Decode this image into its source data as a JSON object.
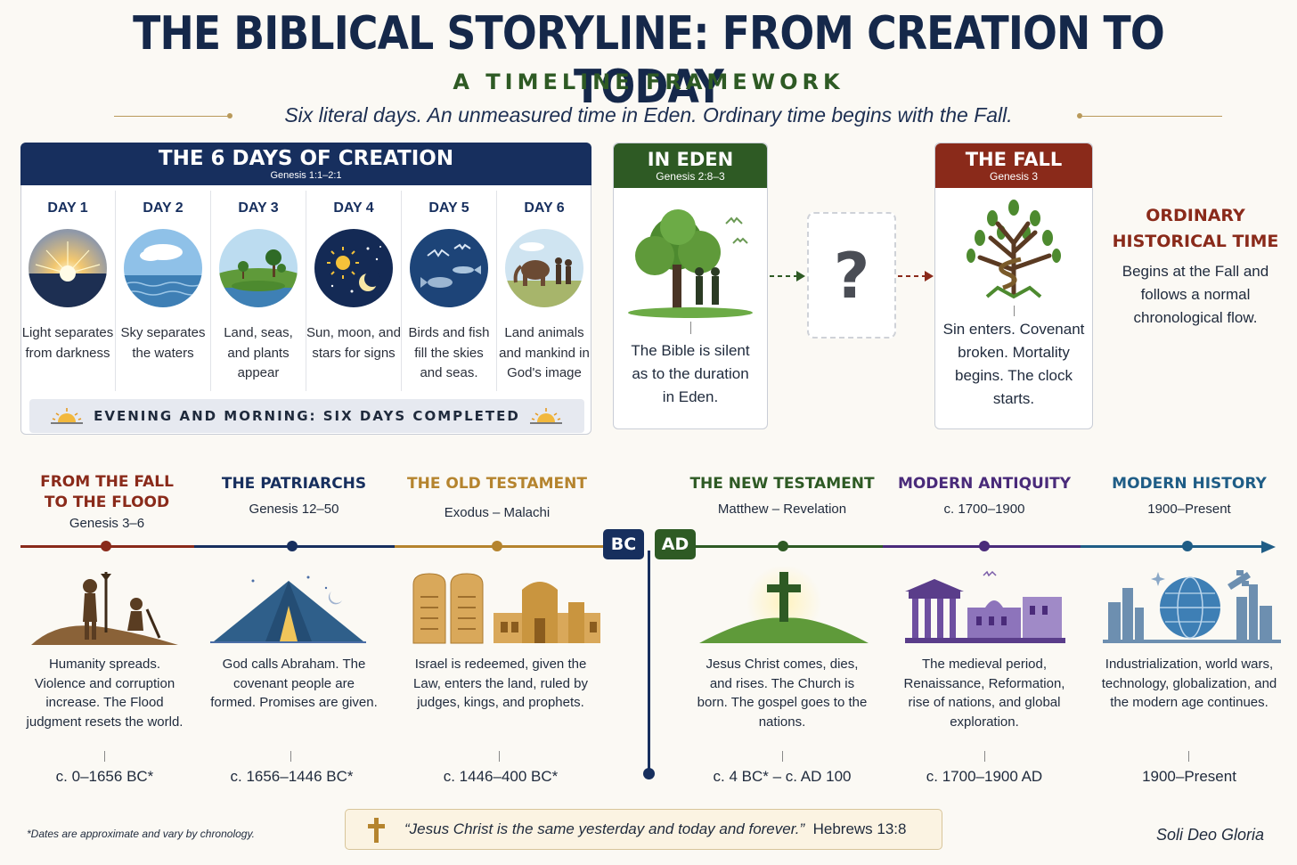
{
  "header": {
    "title": "THE BIBLICAL STORYLINE: FROM CREATION TO TODAY",
    "subtitle": "A TIMELINE FRAMEWORK",
    "tagline": "Six literal days. An unmeasured time in Eden. Ordinary time begins with the Fall."
  },
  "creation": {
    "title": "THE 6 DAYS OF CREATION",
    "reference": "Genesis 1:1–2:1",
    "days": [
      {
        "label": "DAY 1",
        "text": "Light separates from darkness",
        "icon": "sunrise-icon"
      },
      {
        "label": "DAY 2",
        "text": "Sky separates the waters",
        "icon": "sky-water-icon"
      },
      {
        "label": "DAY 3",
        "text": "Land, seas, and plants appear",
        "icon": "land-plants-icon"
      },
      {
        "label": "DAY 4",
        "text": "Sun, moon, and stars for signs",
        "icon": "sun-moon-stars-icon"
      },
      {
        "label": "DAY 5",
        "text": "Birds and fish fill the skies and seas.",
        "icon": "birds-fish-icon"
      },
      {
        "label": "DAY 6",
        "text": "Land animals and mankind in God's image",
        "icon": "animals-mankind-icon"
      }
    ],
    "footer": "EVENING AND MORNING: SIX DAYS COMPLETED"
  },
  "eden": {
    "title": "IN EDEN",
    "reference": "Genesis 2:8–3",
    "text": "The Bible is silent as to the duration in Eden."
  },
  "unknown": {
    "symbol": "?"
  },
  "fall": {
    "title": "THE FALL",
    "reference": "Genesis 3",
    "text": "Sin enters. Covenant broken. Mortality begins. The clock starts."
  },
  "ordinary": {
    "title": "ORDINARY HISTORICAL TIME",
    "text": "Begins at the Fall and follows a normal chronological flow."
  },
  "timeline": {
    "bc_label": "BC",
    "ad_label": "AD",
    "eras": [
      {
        "title": "FROM THE FALL TO THE FLOOD",
        "reference": "Genesis 3–6",
        "text": "Humanity spreads. Violence and corruption increase. The Flood judgment resets the world.",
        "dates": "c. 0–1656 BC*",
        "color": "#8a2a1a"
      },
      {
        "title": "THE PATRIARCHS",
        "reference": "Genesis 12–50",
        "text": "God calls Abraham. The covenant people are formed. Promises are given.",
        "dates": "c. 1656–1446 BC*",
        "color": "#172f5e"
      },
      {
        "title": "THE OLD TESTAMENT",
        "reference": "Exodus – Malachi",
        "text": "Israel is redeemed, given the Law, enters the land, ruled by judges, kings, and prophets.",
        "dates": "c. 1446–400 BC*",
        "color": "#b5842e"
      },
      {
        "title": "THE NEW TESTAMENT",
        "reference": "Matthew – Revelation",
        "text": "Jesus Christ comes, dies, and rises. The Church is born. The gospel goes to the nations.",
        "dates": "c. 4 BC* – c. AD 100",
        "color": "#2e5a24"
      },
      {
        "title": "MODERN ANTIQUITY",
        "reference": "c. 1700–1900",
        "text": "The medieval period, Renaissance, Reformation, rise of nations, and global exploration.",
        "dates": "c. 1700–1900 AD",
        "color": "#4a2b7a"
      },
      {
        "title": "MODERN HISTORY",
        "reference": "1900–Present",
        "text": "Industrialization, world wars, technology, globalization, and the modern age continues.",
        "dates": "1900–Present",
        "color": "#1f5d86"
      }
    ]
  },
  "footer": {
    "footnote": "*Dates are approximate and vary by chronology.",
    "quote": "“Jesus Christ is the same yesterday and today and forever.”",
    "quote_ref": "Hebrews 13:8",
    "signature": "Soli Deo Gloria"
  }
}
